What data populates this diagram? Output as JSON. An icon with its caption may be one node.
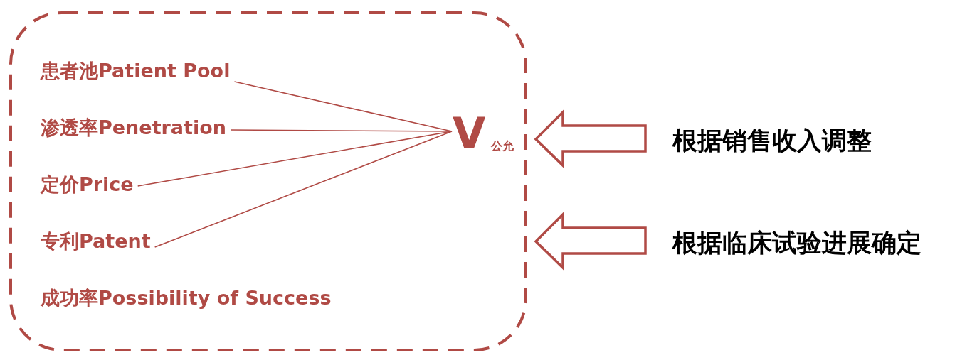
{
  "diagram": {
    "nodes": [
      {
        "text": [],
        "shape": "box"
      },
      {
        "text": [
          "患者池Patient Pool"
        ],
        "in": 0
      },
      {
        "text": [
          "渗透率Penetration"
        ],
        "in": 0
      },
      {
        "text": [
          "定价Price"
        ],
        "in": 0
      },
      {
        "text": [
          "专利Patent"
        ],
        "in": 0
      },
      {
        "text": [
          "成功率Possibility of Success"
        ],
        "in": 0
      },
      {
        "text": [
          "V$_{公允}$"
        ],
        "in": 0
      },
      {
        "text": [
          "根据销售收入调整"
        ]
      },
      {
        "text": [
          "根据临床试验进展确定"
        ]
      }
    ],
    "edges": [
      {
        "from": 1,
        "to": 6,
        "arrow": "none"
      },
      {
        "from": 2,
        "to": 6,
        "arrow": "none"
      },
      {
        "from": 3,
        "to": 6,
        "arrow": "none"
      },
      {
        "from": 4,
        "to": 6,
        "arrow": "none"
      },
      {
        "from": 7,
        "to": 0,
        "arrow": "to"
      },
      {
        "from": 8,
        "to": 0,
        "arrow": "to"
      }
    ]
  }
}
